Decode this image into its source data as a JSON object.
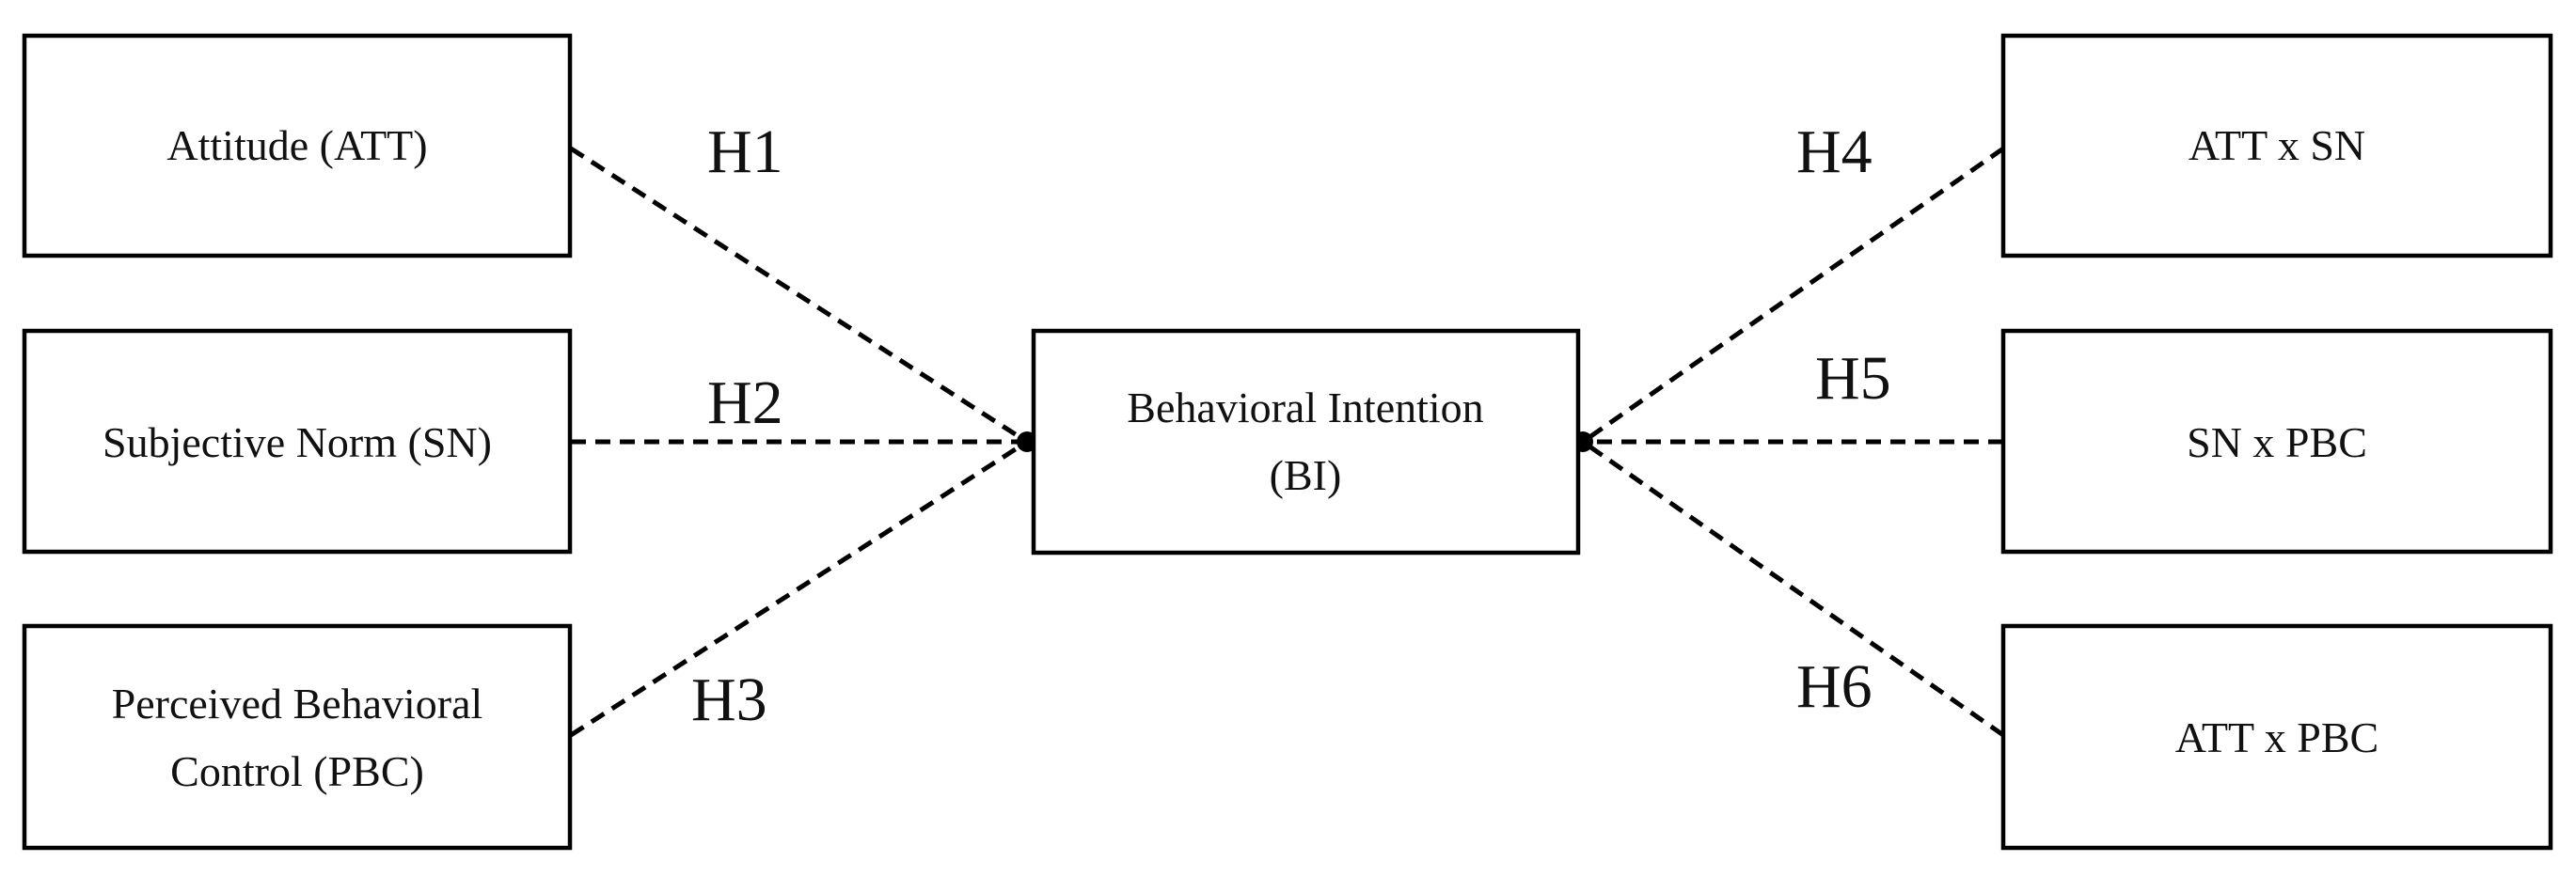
{
  "nodes": {
    "attitude": {
      "lines": [
        "Attitude (ATT)"
      ]
    },
    "subjective_norm": {
      "lines": [
        "Subjective Norm (SN)"
      ]
    },
    "perceived_control": {
      "lines": [
        "Perceived Behavioral",
        "Control (PBC)"
      ]
    },
    "behavioral_intention": {
      "lines": [
        "Behavioral Intention",
        "(BI)"
      ]
    },
    "att_x_sn": {
      "lines": [
        "ATT x SN"
      ]
    },
    "sn_x_pbc": {
      "lines": [
        "SN x PBC"
      ]
    },
    "att_x_pbc": {
      "lines": [
        "ATT x PBC"
      ]
    }
  },
  "edges": {
    "h1": {
      "label": "H1",
      "from": "attitude",
      "to": "behavioral_intention"
    },
    "h2": {
      "label": "H2",
      "from": "subjective_norm",
      "to": "behavioral_intention"
    },
    "h3": {
      "label": "H3",
      "from": "perceived_control",
      "to": "behavioral_intention"
    },
    "h4": {
      "label": "H4",
      "from": "att_x_sn",
      "to": "behavioral_intention"
    },
    "h5": {
      "label": "H5",
      "from": "sn_x_pbc",
      "to": "behavioral_intention"
    },
    "h6": {
      "label": "H6",
      "from": "att_x_pbc",
      "to": "behavioral_intention"
    }
  },
  "colors": {
    "stroke": "#000000",
    "background": "#ffffff",
    "text": "#111111"
  }
}
